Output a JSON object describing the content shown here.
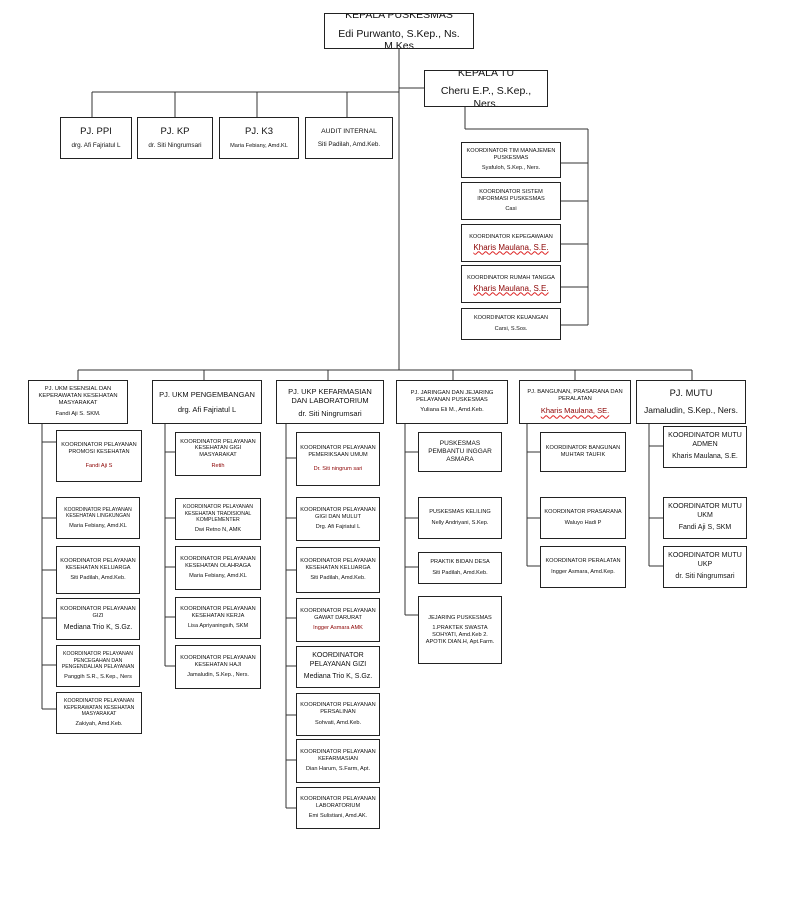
{
  "kepala": {
    "title": "KEPALA PUSKESMAS",
    "name": "Edi Purwanto, S.Kep., Ns. M.Kes"
  },
  "kepala_tu": {
    "title": "KEPALA TU",
    "name": "Cheru E.P., S.Kep., Ners."
  },
  "pj_top": [
    {
      "title": "PJ. PPI",
      "name": "drg. Afi Fajriatul L"
    },
    {
      "title": "PJ. KP",
      "name": "dr. Siti Ningrumsari"
    },
    {
      "title": "PJ. K3",
      "name": "Maria Febiany,  Amd.KL"
    },
    {
      "title": "AUDIT INTERNAL",
      "name": "Siti Padilah, Amd.Keb."
    }
  ],
  "tu_coordinators": [
    {
      "title": "KOORDINATOR  TIM MANAJEMEN  PUSKESMAS",
      "name": "Syafuloh,   S.Kep.,  Ners."
    },
    {
      "title": "KOORDINATOR  SISTEM INFORMASI  PUSKESMAS",
      "name": "Casi"
    },
    {
      "title": "KOORDINATOR KEPEGAWAIAN",
      "name": "Kharis  Maulana,  S.E."
    },
    {
      "title": "KOORDINATOR RUMAH  TANGGA",
      "name": "Kharis  Maulana,  S.E."
    },
    {
      "title": "KOORDINATOR  KEUANGAN",
      "name": "Carsi,   S.Sos."
    }
  ],
  "columns": [
    {
      "title": "PJ. UKM ESENSIAL  DAN KEPERAWATAN KESEHATAN  MASYARAKAT",
      "name": "Fandi  Aji  S.  SKM.",
      "items": [
        {
          "title": "KOORDINATOR PELAYANAN PROMOSI KESEHATAN",
          "name": "Fandi Aji S"
        },
        {
          "title": "KOORDINATOR PELAYANAN KESEHATAN LINGKUNGAN",
          "name": "Maria Febiany,  Amd.KL"
        },
        {
          "title": "KOORDINATOR PELAYANAN KESEHATAN KELUARGA",
          "name": "Siti Padilah,  Amd.Keb."
        },
        {
          "title": "KOORDINATOR PELAYANAN   GIZI",
          "name": "Mediana Trio K, S.Gz."
        },
        {
          "title": "KOORDINATOR PELAYANAN PENCEGAHAN DAN PENGENDALIAN PELAYANAN",
          "name": "Panggih S.R.,  S.Kep.,  Ners"
        },
        {
          "title": "KOORDINATOR PELAYANAN KEPERAWATAN KESEHATAN MASYARAKAT",
          "name": "Zakiyah, Amd.Keb."
        }
      ]
    },
    {
      "title": "PJ. UKM PENGEMBANGAN",
      "name": "drg. Afi Fajriatul L",
      "items": [
        {
          "title": "KOORDINATOR PELAYANAN KESEHATAN GIGI MASYARAKAT",
          "name": "Retih"
        },
        {
          "title": "KOORDINATOR PELAYANAN KESEHATAN TRADISIONAL KOMPLEMENTER",
          "name": "Dwi Retno N, AMK"
        },
        {
          "title": "KOORDINATOR PELAYANAN KESEHATAN OLAHRAGA",
          "name": "Maria Febiany,  Amd.KL"
        },
        {
          "title": "KOORDINATOR PELAYANAN KESEHATAN KERJA",
          "name": "Lisa  Apriyaningsih,  SKM"
        },
        {
          "title": "KOORDINATOR PELAYANAN KESEHATAN HAJI",
          "name": "Jamaludin,  S.Kep.,  Ners."
        }
      ]
    },
    {
      "title": "PJ. UKP KEFARMASIAN DAN LABORATORIUM",
      "name": "dr. Siti Ningrumsari",
      "items": [
        {
          "title": "KOORDINATOR PELAYANAN PEMERIKSAAN  UMUM",
          "name": "Dr. Siti ningrum  sari"
        },
        {
          "title": "KOORDINATOR PELAYANAN GIGI DAN MULUT",
          "name": "Drg.  Afi Fajriatul   L"
        },
        {
          "title": "KOORDINATOR PELAYANAN KESEHATAN KELUARGA",
          "name": "Siti Padilah,  Amd.Keb."
        },
        {
          "title": "KOORDINATOR PELAYANAN GAWAT DARURAT",
          "name": "Ingger Asmara AMK"
        },
        {
          "title": "KOORDINATOR PELAYANAN GIZI",
          "name": "Mediana Trio K, S.Gz."
        },
        {
          "title": "KOORDINATOR PELAYANAN PERSALINAN",
          "name": "Sohvati,  Amd.Keb."
        },
        {
          "title": "KOORDINATOR PELAYANAN KEFARMASIAN",
          "name": "Dian Harum, S.Farm,  Apt."
        },
        {
          "title": "KOORDINATOR PELAYANAN LABORATORIUM",
          "name": "Emi  Sulistiani,   Amd.AK."
        }
      ]
    },
    {
      "title": "PJ. JARINGAN  DAN JEJARING  PELAYANAN PUSKESMAS",
      "name": "Yuliana  Eli M.,  Amd.Keb.",
      "items": [
        {
          "title": "PUSKESMAS PEMBANTU INGGAR ASMARA",
          "name": ""
        },
        {
          "title": "PUSKESMAS KELILING",
          "name": "Nelly  Andriyani,   S.Kep."
        },
        {
          "title": "PRAKTIK  BIDAN  DESA",
          "name": "Siti  Padilah,   Amd.Keb."
        },
        {
          "title": "JEJARING PUSKESMAS",
          "name": "1.PRAKTEK  SWASTA SOHYATI,   Amd.Keb 2. APOTIK DIAN.H,  Apt.Farm."
        }
      ]
    },
    {
      "title": "PJ. BANGUNAN, PRASARANA  DAN PERALATAN",
      "name": "Kharis  Maulana,  SE.",
      "items": [
        {
          "title": "KOORDINATOR BANGUNAN MUHTAR  TAUFIK",
          "name": ""
        },
        {
          "title": "KOORDINATOR PRASARANA",
          "name": "Waluyo  Hadi  P"
        },
        {
          "title": "KOORDINATOR PERALATAN",
          "name": "Ingger  Asmara,  Amd.Kep."
        }
      ]
    },
    {
      "title": "PJ. MUTU",
      "name": "Jamaludin,  S.Kep.,  Ners.",
      "items": [
        {
          "title": "KOORDINATOR MUTU ADMEN",
          "name": "Kharis Maulana, S.E."
        },
        {
          "title": "KOORDINATOR MUTU UKM",
          "name": "Fandi Aji S, SKM"
        },
        {
          "title": "KOORDINATOR MUTU UKP",
          "name": "dr. Siti Ningrumsari"
        }
      ]
    }
  ]
}
